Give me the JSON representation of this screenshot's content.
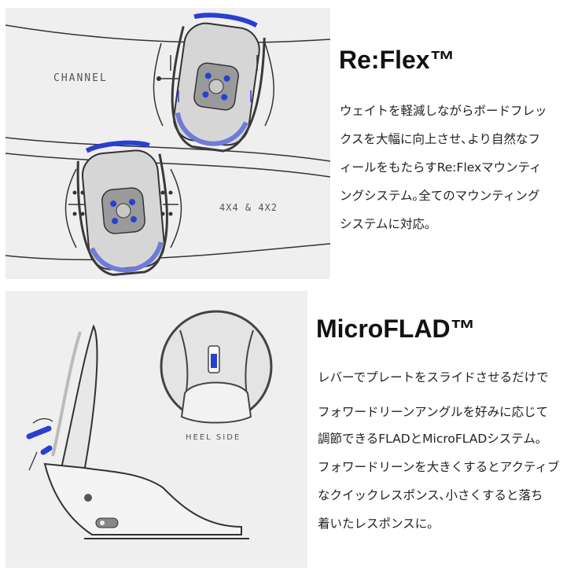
{
  "reflex": {
    "title": "Re:Flex™",
    "label_channel": "CHANNEL",
    "label_4x4": "4X4 & 4X2",
    "lines": [
      "ウェイトを軽減しながらボードフレッ",
      "クスを大幅に向上させ､より自然なフ",
      "ィールをもたらすRe:Flexマウンティ",
      "ングシステム｡全てのマウンティング",
      "システムに対応｡"
    ]
  },
  "microflad": {
    "title": "MicroFLAD™",
    "label_heel": "HEEL SIDE",
    "lines": [
      "レバーでプレートをスライドさせるだけで",
      "フォワードリーンアングルを好みに応じて",
      "調節できるFLADとMicroFLADシステム｡",
      "フォワードリーンを大きくするとアクティブ",
      "なクイックレスポンス､小さくすると落ち",
      "着いたレスポンスに｡"
    ]
  },
  "colors": {
    "panel_bg": "#efefef",
    "accent_blue": "#2a3fd1",
    "outline": "#3a3a3a"
  }
}
